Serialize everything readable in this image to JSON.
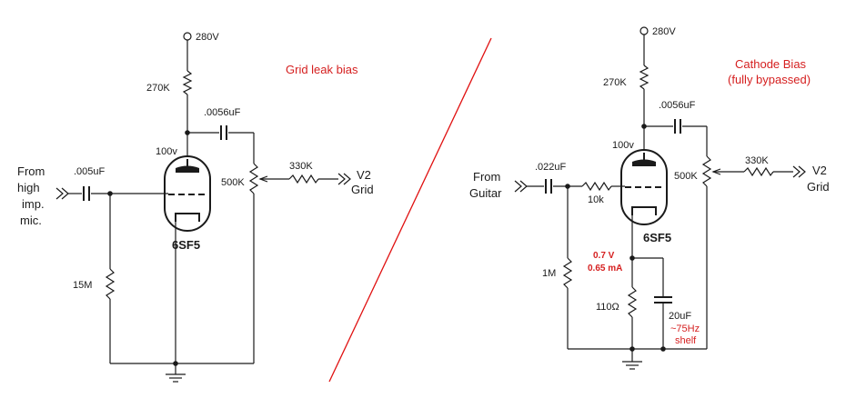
{
  "left": {
    "title": "Grid leak bias",
    "supply": "280V",
    "plate_resistor": "270K",
    "plate_voltage": "100v",
    "coupling_cap": ".0056uF",
    "input_cap": ".005uF",
    "grid_leak": "15M",
    "pot": "500K",
    "series_resistor": "330K",
    "tube": "6SF5",
    "input_label": [
      "From",
      "high",
      "imp.",
      "mic."
    ],
    "output_label": [
      "V2",
      "Grid"
    ]
  },
  "right": {
    "title": [
      "Cathode Bias",
      "(fully bypassed)"
    ],
    "supply": "280V",
    "plate_resistor": "270K",
    "plate_voltage": "100v",
    "coupling_cap": ".0056uF",
    "input_cap": ".022uF",
    "grid_stopper": "10k",
    "grid_resistor": "1M",
    "pot": "500K",
    "series_resistor": "330K",
    "tube": "6SF5",
    "cathode_voltage": "0.7 V",
    "cathode_current": "0.65 mA",
    "cathode_resistor": "110Ω",
    "bypass_cap": "20uF",
    "shelf": [
      "~75Hz",
      "shelf"
    ],
    "input_label": [
      "From",
      "Guitar"
    ],
    "output_label": [
      "V2",
      "Grid"
    ]
  },
  "colors": {
    "wire": "#1a1a1a",
    "annotation": "#d51f1f",
    "divider": "#e01010"
  }
}
